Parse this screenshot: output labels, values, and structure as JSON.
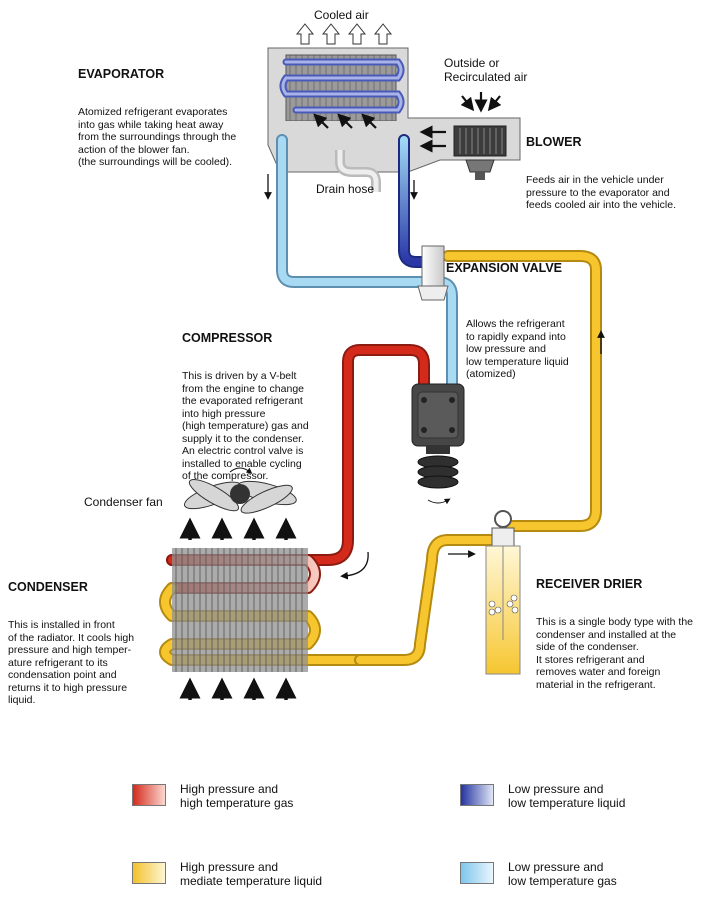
{
  "labels": {
    "cooled_air": "Cooled air",
    "outside_air": "Outside or\nRecirculated air",
    "drain_hose": "Drain hose",
    "condenser_fan": "Condenser fan"
  },
  "components": {
    "evaporator": {
      "title": "EVAPORATOR",
      "text": "Atomized refrigerant evaporates\ninto gas while taking heat away\nfrom the surroundings through the\naction of the blower fan.\n(the surroundings will be cooled)."
    },
    "blower": {
      "title": "BLOWER",
      "text": "Feeds air in the vehicle under\npressure to the evaporator and\nfeeds cooled air into the vehicle."
    },
    "expansion_valve": {
      "title": "EXPANSION VALVE",
      "text": "Allows the refrigerant\nto rapidly expand into\nlow pressure and\nlow temperature liquid\n(atomized)"
    },
    "compressor": {
      "title": "COMPRESSOR",
      "text": "This is driven by a V-belt\nfrom the engine to change\nthe evaporated refrigerant\ninto high pressure\n(high temperature) gas and\nsupply it to the condenser.\nAn electric control valve is\ninstalled to enable cycling\nof the compressor."
    },
    "condenser": {
      "title": "CONDENSER",
      "text": "This is installed in front\nof the radiator. It cools high\npressure and high temper-\nature refrigerant to its\ncondensation point and\nreturns it to high pressure\nliquid."
    },
    "receiver_drier": {
      "title": "RECEIVER DRIER",
      "text": "This is a single body type with the\ncondenser and installed at the\nside of the condenser.\nIt stores refrigerant and\nremoves water and foreign\nmaterial in the refrigerant."
    }
  },
  "legend": [
    {
      "text": "High pressure and\nhigh temperature gas",
      "color_a": "#d42a1c",
      "color_b": "#fbd7d0"
    },
    {
      "text": "Low pressure and\nlow temperature liquid",
      "color_a": "#2534a0",
      "color_b": "#dfe6f6"
    },
    {
      "text": "High pressure and\nmediate temperature liquid",
      "color_a": "#f3c12c",
      "color_b": "#fdf6d2"
    },
    {
      "text": "Low pressure and\nlow temperature gas",
      "color_a": "#7ec6ec",
      "color_b": "#eaf6fd"
    }
  ],
  "colors": {
    "hot_gas": "#d42a1c",
    "warm_liquid": "#f7c62f",
    "cold_liquid": "#2735a3",
    "cold_gas": "#8ccdef",
    "housing": "#d9d9d9",
    "component_dark": "#444444"
  },
  "icons": [
    "arrow-up-icon",
    "arrow-down-icon",
    "fan-icon",
    "compressor-icon",
    "receiver-drier-icon",
    "blower-icon"
  ]
}
